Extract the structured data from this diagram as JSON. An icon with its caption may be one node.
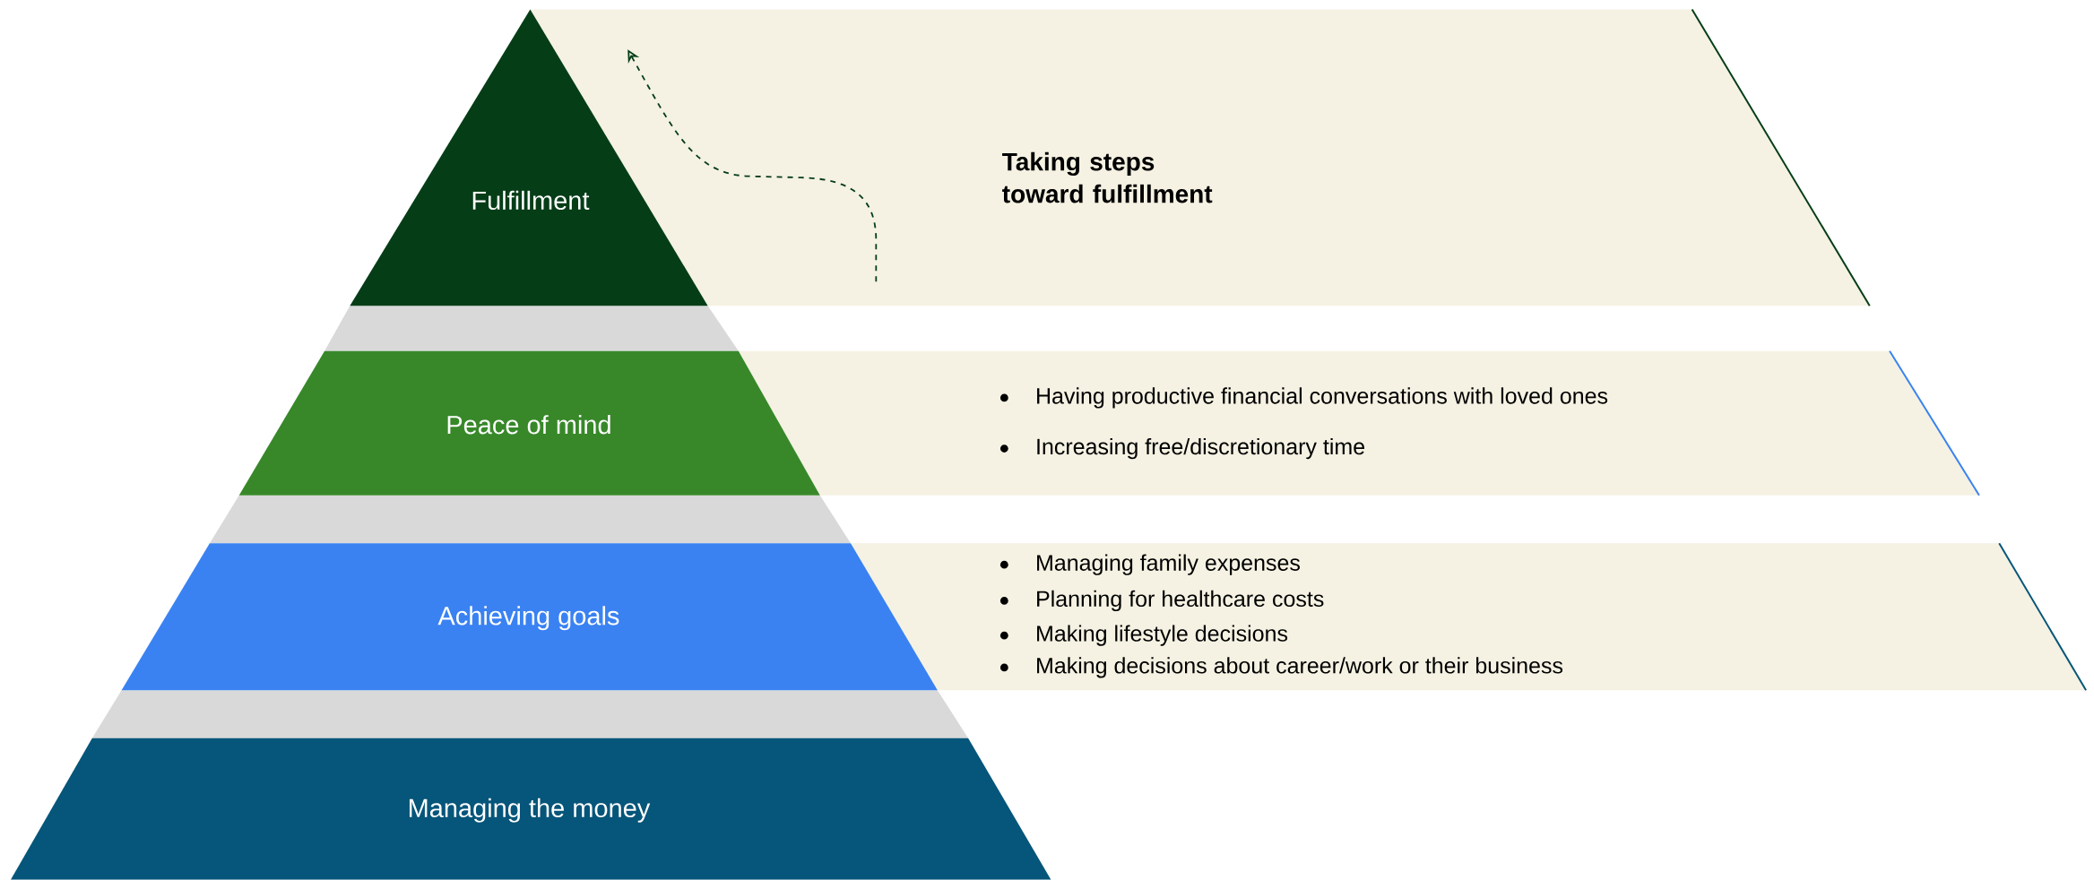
{
  "diagram": {
    "nodes": [
      {
        "text": [
          "Fulfillment"
        ]
      },
      {
        "text": [
          "Taking steps toward fulfillment"
        ]
      },
      {
        "text": [
          "Peace of mind"
        ]
      },
      {
        "text": [
          "Having productive financial conversations with loved ones",
          "Increasing free/discretionary time"
        ]
      },
      {
        "text": [
          "Achieving goals"
        ]
      },
      {
        "text": [
          "Managing family expenses",
          "Planning for healthcare costs",
          "Making lifestyle decisions",
          "Making decisions about career/work or their business"
        ]
      },
      {
        "text": [
          "Managing the money"
        ]
      },
      {
        "text": [],
        "shape": "band"
      },
      {
        "text": [],
        "shape": "band"
      },
      {
        "text": [],
        "shape": "band"
      }
    ]
  }
}
